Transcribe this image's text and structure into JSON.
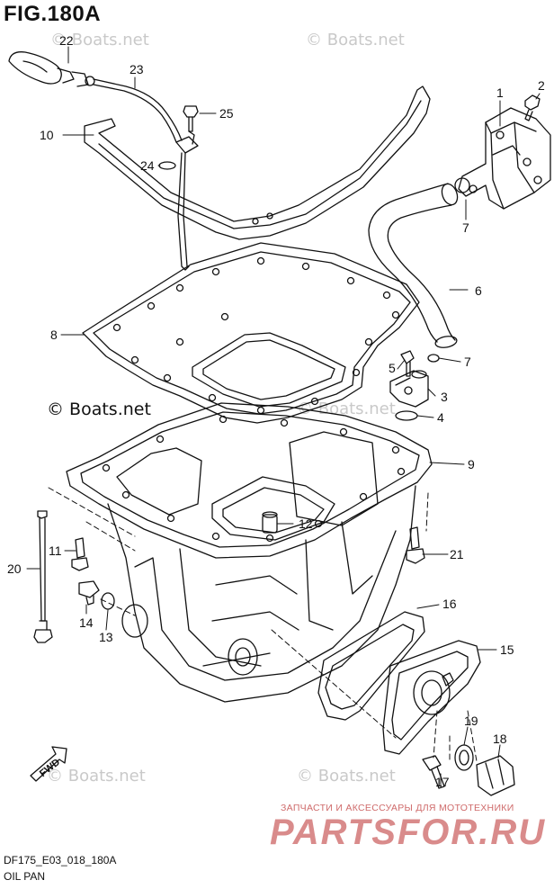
{
  "figure": {
    "title": "FIG.180A",
    "code": "DF175_E03_018_180A",
    "caption": "OIL PAN"
  },
  "watermarks": {
    "top_left": "© Boats.net",
    "top_right": "© Boats.net",
    "mid_left": "© Boats.net",
    "mid_center": "© Boats.net",
    "bottom_left": "© Boats.net",
    "bottom_center": "© Boats.net"
  },
  "shop": {
    "tagline": "ЗАПЧАСТИ И АКСЕССУАРЫ ДЛЯ МОТОТЕХНИКИ",
    "logo": "PARTSFOR.RU"
  },
  "arrow_label": "FWD",
  "part_labels": [
    "1",
    "2",
    "3",
    "4",
    "5",
    "6",
    "7",
    "7",
    "8",
    "9",
    "10",
    "11",
    "12",
    "13",
    "14",
    "15",
    "16",
    "17",
    "18",
    "19",
    "20",
    "21",
    "22",
    "23",
    "24",
    "25"
  ]
}
